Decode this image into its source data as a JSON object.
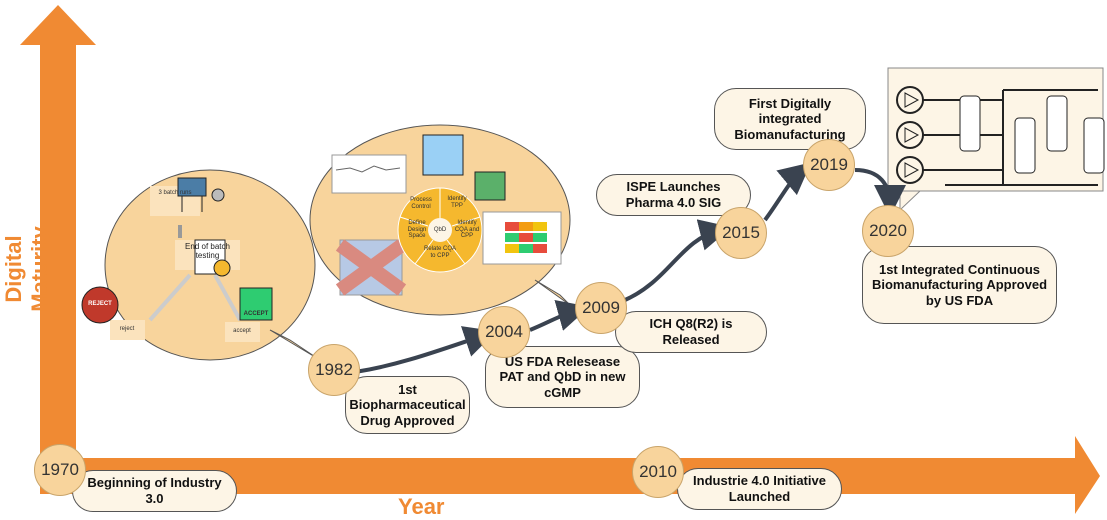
{
  "axes": {
    "y_label": "Digital Maturity",
    "x_label": "Year"
  },
  "milestones": [
    {
      "year": "1970",
      "text": "Beginning of Industry 3.0"
    },
    {
      "year": "1982",
      "text": "1st Biopharmaceutical Drug Approved"
    },
    {
      "year": "2004",
      "text": "US FDA Relesease PAT and QbD in new cGMP"
    },
    {
      "year": "2009",
      "text": "ICH Q8(R2) is Released"
    },
    {
      "year": "2010",
      "text": "Industrie 4.0 Initiative Launched"
    },
    {
      "year": "2015",
      "text": "ISPE Launches Pharma 4.0 SIG"
    },
    {
      "year": "2019",
      "text": "First Digitally integrated Biomanufacturing"
    },
    {
      "year": "2020",
      "text": "1st Integrated Continuous Biomanufacturing Approved by US FDA"
    }
  ],
  "batch_bubble": {
    "runs": "3 batch runs",
    "testing": "End of batch testing",
    "reject": "reject",
    "accept": "accept",
    "reject_stamp": "REJECT",
    "accept_stamp": "ACCEPT"
  },
  "qbd_bubble": {
    "center": "QbD",
    "segments": [
      "Identify TPP",
      "Identify CQA and CPP",
      "Relate CQA to CPP",
      "Define Design Space",
      "Process Control"
    ]
  },
  "colors": {
    "arrow": "#f08a33",
    "bubble": "#f8d49c",
    "box": "#fdf5e6",
    "wheel": "#f5b82e"
  }
}
